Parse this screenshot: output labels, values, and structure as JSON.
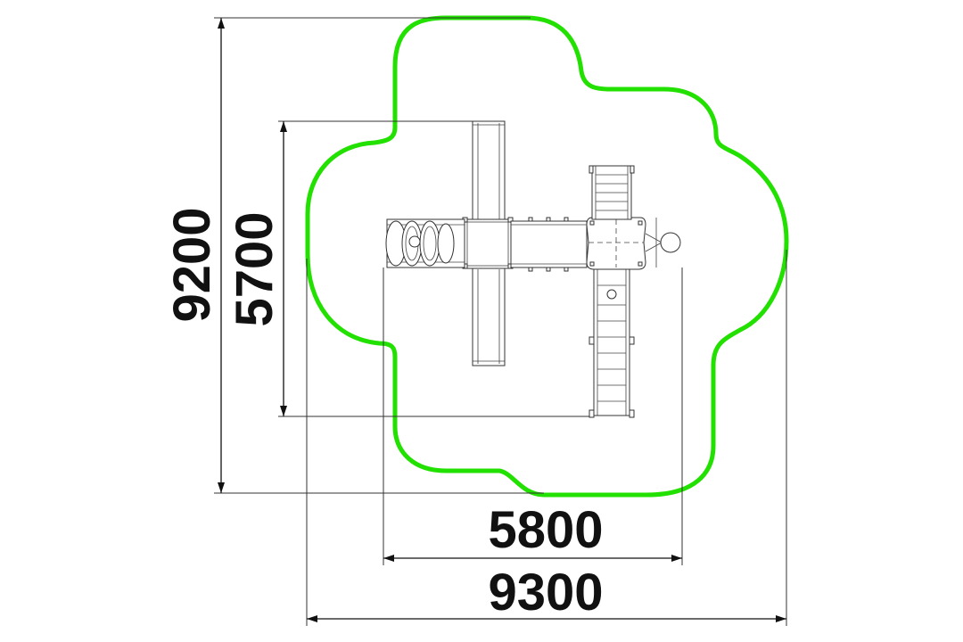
{
  "dimensions": {
    "outer_height": "9200",
    "inner_height": "5700",
    "inner_width": "5800",
    "outer_width": "9300"
  },
  "colors": {
    "safety_zone": "#22e000",
    "line": "#111111",
    "background": "#ffffff"
  }
}
